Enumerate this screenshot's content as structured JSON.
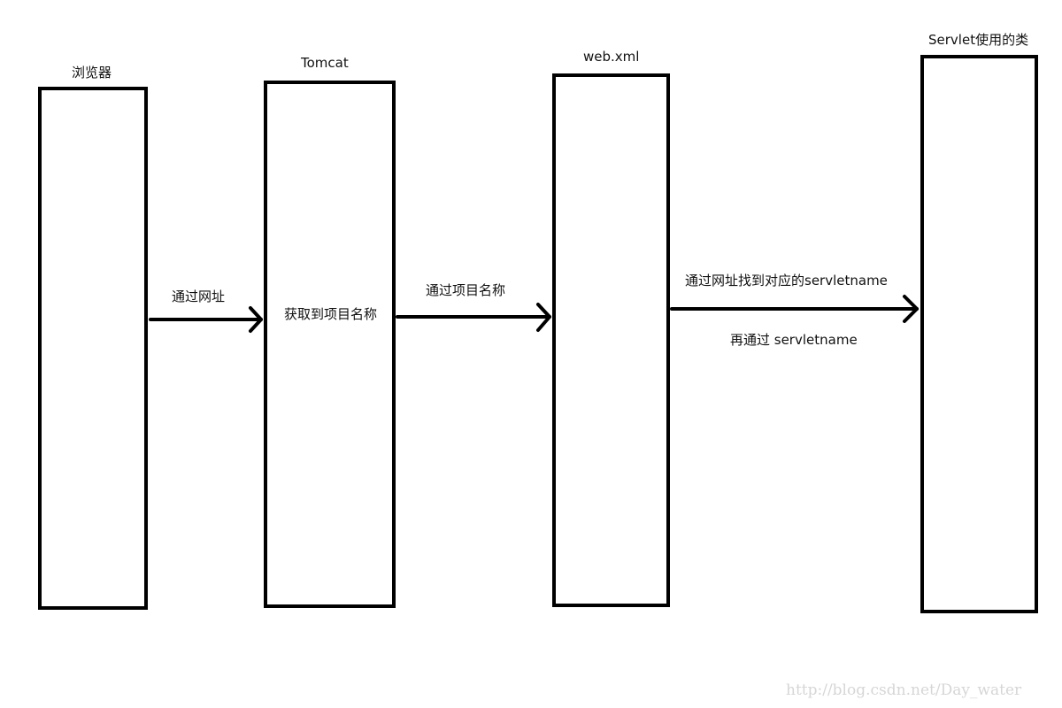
{
  "nodes": {
    "browser": {
      "title": "浏览器"
    },
    "tomcat": {
      "title": "Tomcat",
      "inner_text": "获取到项目名称"
    },
    "webxml": {
      "title": "web.xml"
    },
    "servlet_class": {
      "title": "Servlet使用的类"
    }
  },
  "edges": {
    "browser_to_tomcat": {
      "label": "通过网址"
    },
    "tomcat_to_webxml": {
      "label": "通过项目名称"
    },
    "webxml_to_servlet": {
      "label_above": "通过网址找到对应的servletname",
      "label_below": "再通过 servletname"
    }
  },
  "watermark": "http://blog.csdn.net/Day_water",
  "colors": {
    "stroke": "#000000",
    "background": "#ffffff",
    "watermark": "#d6d6d6"
  }
}
